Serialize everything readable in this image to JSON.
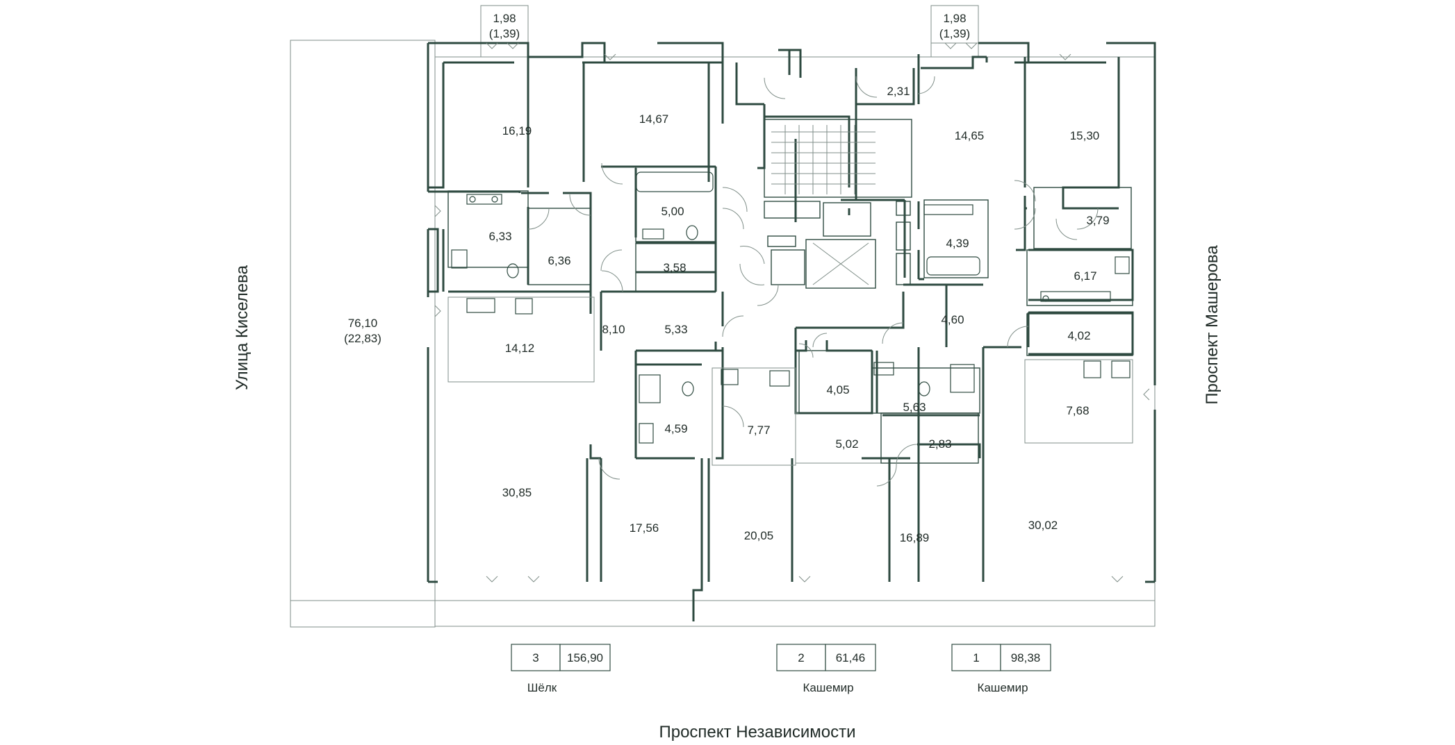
{
  "streets": {
    "left": "Улица Киселева",
    "right": "Проспект Машерова",
    "bottom": "Проспект Независимости"
  },
  "rooms": [
    {
      "id": "balcony-top-left",
      "area": "1,98",
      "sub": "(1,39)"
    },
    {
      "id": "balcony-top-right",
      "area": "1,98",
      "sub": "(1,39)"
    },
    {
      "id": "terrace",
      "area": "76,10",
      "sub": "(22,83)"
    },
    {
      "id": "r-16-19",
      "area": "16,19"
    },
    {
      "id": "r-14-67",
      "area": "14,67"
    },
    {
      "id": "r-5-00",
      "area": "5,00"
    },
    {
      "id": "r-6-33",
      "area": "6,33"
    },
    {
      "id": "r-6-36",
      "area": "6,36"
    },
    {
      "id": "r-3-58",
      "area": "3,58"
    },
    {
      "id": "r-8-10",
      "area": "8,10"
    },
    {
      "id": "r-5-33",
      "area": "5,33"
    },
    {
      "id": "r-14-12",
      "area": "14,12"
    },
    {
      "id": "r-4-59",
      "area": "4,59"
    },
    {
      "id": "r-30-85",
      "area": "30,85"
    },
    {
      "id": "r-17-56",
      "area": "17,56"
    },
    {
      "id": "r-2-31",
      "area": "2,31"
    },
    {
      "id": "r-14-65",
      "area": "14,65"
    },
    {
      "id": "r-15-30",
      "area": "15,30"
    },
    {
      "id": "r-4-39",
      "area": "4,39"
    },
    {
      "id": "r-3-79",
      "area": "3,79"
    },
    {
      "id": "r-6-17",
      "area": "6,17"
    },
    {
      "id": "r-4-60",
      "area": "4,60"
    },
    {
      "id": "r-4-02",
      "area": "4,02"
    },
    {
      "id": "r-7-77",
      "area": "7,77"
    },
    {
      "id": "r-4-05",
      "area": "4,05"
    },
    {
      "id": "r-5-63",
      "area": "5,63"
    },
    {
      "id": "r-5-02",
      "area": "5,02"
    },
    {
      "id": "r-2-83",
      "area": "2,83"
    },
    {
      "id": "r-7-68",
      "area": "7,68"
    },
    {
      "id": "r-20-05",
      "area": "20,05"
    },
    {
      "id": "r-16-89",
      "area": "16,89"
    },
    {
      "id": "r-30-02",
      "area": "30,02"
    }
  ],
  "apartments": [
    {
      "number": "3",
      "area": "156,90",
      "type": "Шёлк"
    },
    {
      "number": "2",
      "area": "61,46",
      "type": "Кашемир"
    },
    {
      "number": "1",
      "area": "98,38",
      "type": "Кашемир"
    }
  ]
}
